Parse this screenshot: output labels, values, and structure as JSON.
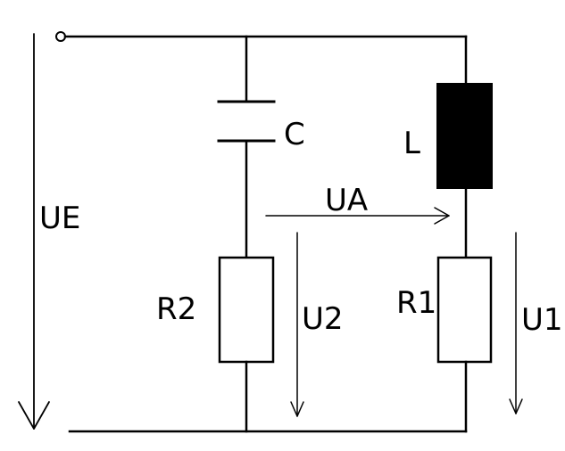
{
  "labels": {
    "capacitor": "C",
    "inductor": "L",
    "resistor_left": "R2",
    "resistor_right": "R1",
    "input_voltage": "UE",
    "bridge_voltage": "UA",
    "voltage_r2": "U2",
    "voltage_r1": "U1"
  },
  "colors": {
    "line": "#000000",
    "inductor_fill": "#000000",
    "background": "#ffffff"
  }
}
